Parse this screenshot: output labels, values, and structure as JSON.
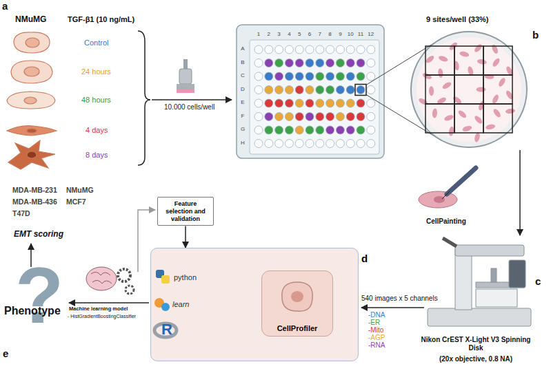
{
  "diagram": {
    "nodes": [
      {
        "text": [
          "Feature selection and validation"
        ]
      },
      {
        "text": [
          "d"
        ]
      },
      {
        "text": [
          "CellProfiler"
        ],
        "in": 1
      }
    ],
    "edges": [
      {
        "from": 0,
        "to": 1,
        "arrow": "to"
      }
    ],
    "labels": [
      "a",
      "NMuMG",
      "TGF-β1 (10 ng/mL)",
      "Control",
      "24 hours",
      "48 hours",
      "4 days",
      "8 days",
      "10.000 cells/well",
      "1",
      "2",
      "3",
      "4",
      "5",
      "6",
      "7",
      "8",
      "9",
      "10",
      "11",
      "12",
      "A",
      "B",
      "C",
      "D",
      "E",
      "F",
      "G",
      "H",
      "b",
      "9 sites/well (33%)",
      "CellPainting",
      "c",
      "Nikon CrEST X-Light V3 Spinning Disk",
      "(20x objective, 0.8 NA)",
      "540 images x 5 channels",
      "-DNA",
      "-ER",
      "-Mito",
      "-AGP",
      "-RNA",
      "python",
      "learn",
      "R",
      "Machine learning model",
      "- HistGradientBoostingClassifier",
      "?",
      "Phenotype",
      "e",
      "EMT scoring",
      "MDA-MB-231",
      "NMuMG",
      "MDA-MB-436",
      "MCF7",
      "T47D"
    ]
  }
}
